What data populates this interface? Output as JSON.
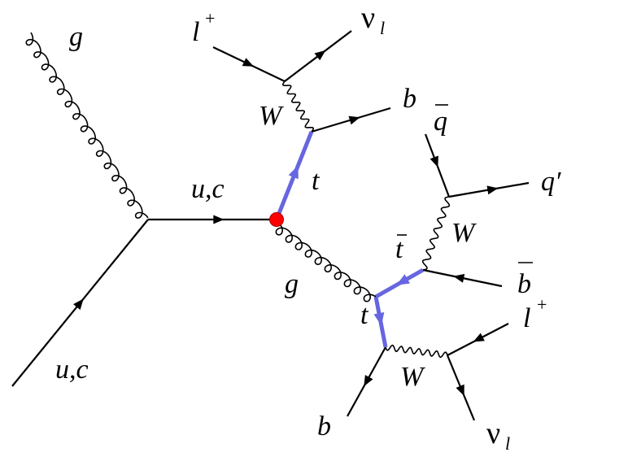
{
  "labels": {
    "gluon_in": "g",
    "quark_in": "u,c",
    "quark_internal": "u,c",
    "lepton_top": "l",
    "lepton_top_charge": "+",
    "neutrino_top": "ν",
    "neutrino_top_flavor": "l",
    "w_top": "W",
    "b_top": "b",
    "top_upper": "t",
    "gluon_out": "g",
    "qbar": "q",
    "qprime": "q′",
    "w_right": "W",
    "tbar": "t",
    "bbar": "b",
    "top_lower": "t",
    "w_bottom": "W",
    "lepton_bottom": "l",
    "lepton_bottom_charge": "+",
    "b_bottom": "b",
    "neutrino_bottom": "ν",
    "neutrino_bottom_flavor": "l"
  },
  "colors": {
    "line": "#000000",
    "top_quark": "#6666e0",
    "vertex": "#ff0000"
  }
}
